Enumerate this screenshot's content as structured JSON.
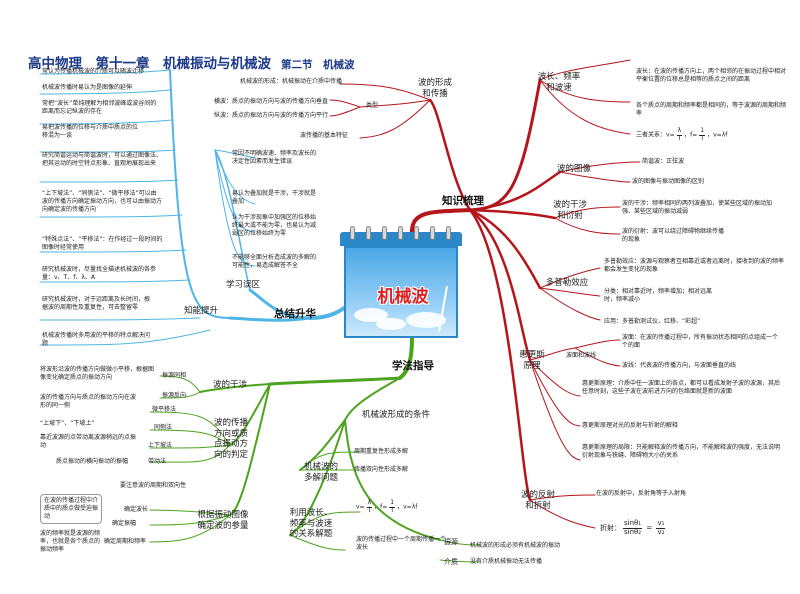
{
  "header": {
    "title": "高中物理　第十一章　机械振动与机械波",
    "subtitle": "第二节　机械波"
  },
  "center": {
    "title": "机械波"
  },
  "colors": {
    "red_branch": "#b4161b",
    "green_branch": "#4ca31e",
    "blue_branch": "#4fb5e6",
    "header_blue": "#1d3a8a"
  },
  "branches": {
    "zhishi": "知识梳理",
    "zongjie": "总结升华",
    "xuefa": "学法指导"
  },
  "knowledge": {
    "formation": {
      "title": "波的形成\n和传播",
      "items": {
        "formation": "机械波的形成：机械振动在介质中传播",
        "types": "类型",
        "transverse": "横波：质点的振动方向与波的传播方向垂直",
        "longitudinal": "纵波：质点的振动方向与波的传播方向平行",
        "feature": "波传播的基本特征"
      }
    },
    "wavelength": {
      "title": "波长、频率\n和波速",
      "wavelength_def": "波长：在波的传播方向上，两个相邻的在振动过程中相对平衡位置的位移总是相等的质点之间的距离",
      "period_note": "各个质点的周期和频率都是相同的，等于波源的周期和频率",
      "relation_label": "三者关系：",
      "relation_v": "v=",
      "relation_num1": "λ",
      "relation_den1": "T",
      "relation_mid": "，f=",
      "relation_num2": "1",
      "relation_den2": "T",
      "relation_end": "，v=λf"
    },
    "image": {
      "title": "波的图像",
      "items": [
        "简谐波：正弦波",
        "波的图像与振动图像的区别"
      ]
    },
    "interference": {
      "title": "波的干涉\n和衍射",
      "items": [
        "波的干涉：频率相同的两列波叠加，使某些区域的振动加强、某些区域的振动减弱",
        "波的衍射：波可以绕过障碍物继续传播的现象"
      ]
    },
    "doppler": {
      "title": "多普勒效应",
      "definition": "多普勒效应：波源与观察者互相靠近或者远离时，接收到的波的频率都会发生变化的现象",
      "classify": "分类：相对靠近时，频率增加；相对远离时，频率减小",
      "apply": "应用：多普勒测试仪、红移、“彩超”"
    },
    "huygens": {
      "title": "惠更斯\n原理",
      "wave_label": "波面和波线",
      "wavefront": "波面：在波的传播过程中，所有振动状态相同的点组成一个个的面",
      "waveline": "波线：代表波的传播方向，与波面垂直的线",
      "principle": "惠更斯原理：介质中任一波面上的各点，都可以看成发射子波的波源，其后任意时刻，这些子波在波前进方向的包络面就是新的波面",
      "explain": "惠更斯原理对光的反射与折射的解释",
      "limit": "惠更斯原理的局限：只能解释波的传播方向，不能解释波的强度，无法说明衍射现象与狭缝、障碍物大小的关系"
    },
    "reflection": {
      "title": "波的反射\n和折射",
      "reflect": "在波的反射中，反射角等于入射角",
      "refract_label": "折射：",
      "sin1": "sinθ₁",
      "sin2": "sinθ₂",
      "v1": "v₁",
      "v2": "v₂"
    }
  },
  "summary": {
    "mistakes_title": "学习误区",
    "ability_title": "知能提升",
    "mistakes": [
      "常因不明确波速、频率及波长的决定性因素而发生错误",
      "易认为叠加就是干涉，干涉就是叠加",
      "认为干涉现象中加强区的位移始终最大或不能为零，也易认为减弱区的位移始终为零",
      "不能够全面分析造成波的多解的可能性，易造成解答不全"
    ],
    "ability": [
      "常认为传播机械波的介质可以随波迁移",
      "机械波传播时易认为是图像的延伸",
      "常把“波长”单纯理解为相邻波峰或波谷间的距离而忘记纵波的存在",
      "易把波传播的位移与介质中质点的位移混为一谈",
      "研究简谐运动与简谐波时，可以通过图像法、把其运动的时空特点形象、直观地展现出来",
      "“上下坡法”、“同侧法”、“微平移法”可以由波的传播方向确定振动方向，也可以由振动方向确定波的传播方向",
      "“特殊点法”、“平移法”：在作经过一段时间的图像时经常使用",
      "研究机械波时，尽量找全描述机械波的各参量：v、T、f、λ、A",
      "研究机械波时，对于远距离及长时间，根据波的周期性及重复性，可去整留零",
      "机械波传播时多用波的平移的特点解决问题"
    ]
  },
  "method": {
    "conditions": "机械波形成的条件",
    "source": "振源",
    "medium": "介质",
    "source_note": "机械波的形成必须有机械波的振动",
    "medium_note": "没有介质机械振动无法传播",
    "interference": {
      "title": "波的干涉",
      "items": [
        "振源同相",
        "振源反向"
      ],
      "note": "将波形沿波的传播方向做微小平移，根据图像变化确定质点的振动方向"
    },
    "direction": {
      "title": "波的传播\n方向或质\n点振动方\n向的判定",
      "methods": [
        "微平移法",
        "同侧法",
        "上下坡法",
        "带动法"
      ],
      "notes": [
        "波的传播方向与质点的振动方向在波形的同一侧",
        "“上坡下”、“下坡上”",
        "靠近波源的点带动离波源稍远的点振动",
        "质点振动的横向振动的振幅"
      ]
    },
    "parameters": {
      "title": "根据振动图像\n确定波的参量",
      "items": [
        "确定波长",
        "确定振幅",
        "确定周期和频率"
      ],
      "note_top": "要注意波的周期和双向性",
      "note1": "在波的传播过程中介质中的质点做受迫振动",
      "note2": "波的频率就是波源的频率，也就是各个质点的振动频率"
    },
    "multi": {
      "title": "机械波的\n多解问题",
      "items": [
        "周期重复性形成多解",
        "传播双向性形成多解"
      ]
    },
    "calc": {
      "title": "利用波长、\n频率与波速\n的关系解题",
      "formula_v": "v=",
      "formula_num1": "λ",
      "formula_den1": "T",
      "formula_mid": "，f=",
      "formula_num2": "1",
      "formula_den2": "T",
      "formula_end": "，v=λf",
      "note": "波的传播过程中一个周期传播一个波长"
    }
  }
}
